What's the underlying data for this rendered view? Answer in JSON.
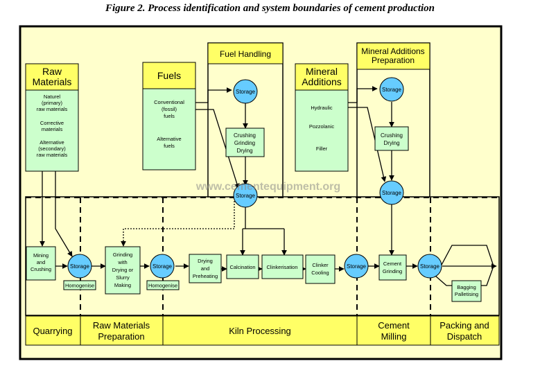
{
  "figure_title": "Figure 2. Process identification and system boundaries of cement production",
  "watermark": "www.cementequipment.org",
  "colors": {
    "yellow": "#ffff66",
    "light_yellow": "#ffffcc",
    "green": "#ccffcc",
    "blue": "#66ccff",
    "line": "#000000"
  },
  "inputs": {
    "raw_materials": {
      "title": [
        "Raw",
        "Materials"
      ],
      "items": [
        [
          "Naturel",
          "(primary)",
          "raw materials"
        ],
        [
          "Corrective",
          "materials"
        ],
        [
          "Alternative",
          "(secondary)",
          "raw materials"
        ]
      ]
    },
    "fuels": {
      "title": [
        "Fuels"
      ],
      "items": [
        [
          "Conventional",
          "(fossil)",
          "fuels"
        ],
        [
          "Alternative",
          "fuels"
        ]
      ]
    },
    "mineral_additions": {
      "title": [
        "Mineral",
        "Additions"
      ],
      "items": [
        [
          "Hydraulic"
        ],
        [
          "Pozzolanic"
        ],
        [
          "Filler"
        ]
      ]
    }
  },
  "fuel_handling": {
    "title": "Fuel Handling",
    "storage": "Storage",
    "crushing": [
      "Crushing",
      "Grinding",
      "Drying"
    ]
  },
  "mineral_prep": {
    "title": [
      "Mineral Additions",
      "Preparation"
    ],
    "storage": "Storage",
    "crushing": [
      "Crushing",
      "Drying"
    ],
    "storage2": "Storage"
  },
  "kiln_storage": "Storage",
  "main_line": {
    "mining": [
      "Mining",
      "and",
      "Crushing"
    ],
    "storage1": "Storage",
    "homogenise1": "Homogenise",
    "grinding": [
      "Grinding",
      "with",
      "Drying or",
      "Slurry",
      "Making"
    ],
    "storage2": "Storage",
    "homogenise2": "Homogenise",
    "drying": [
      "Drying",
      "and",
      "Preheating"
    ],
    "calcination": [
      "Calcination"
    ],
    "clinkerisation": [
      "Clinkerisation"
    ],
    "clinker_cooling": [
      "Clinker",
      "Cooling"
    ],
    "storage3": "Storage",
    "cement_grinding": [
      "Cement",
      "Grinding"
    ],
    "storage4": "Storage",
    "bagging": [
      "Bagging",
      "Palletising"
    ]
  },
  "stages": [
    {
      "key": "quarrying",
      "label": [
        "Quarrying"
      ]
    },
    {
      "key": "raw-prep",
      "label": [
        "Raw Materials",
        "Preparation"
      ]
    },
    {
      "key": "kiln",
      "label": [
        "Kiln Processing"
      ]
    },
    {
      "key": "cement-milling",
      "label": [
        "Cement",
        "Milling"
      ]
    },
    {
      "key": "packing",
      "label": [
        "Packing and",
        "Dispatch"
      ]
    }
  ]
}
